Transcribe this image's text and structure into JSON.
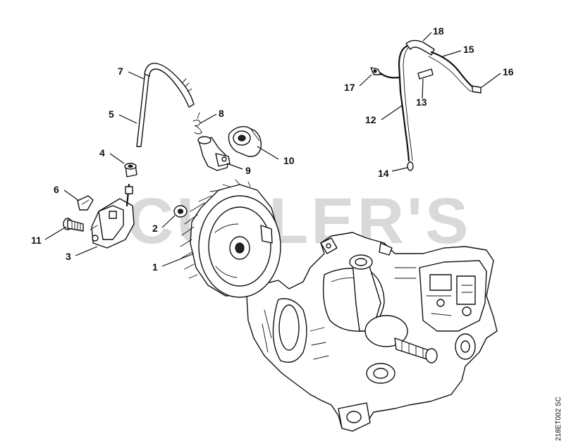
{
  "watermark": "CUTLER'S",
  "drawing_code": "218ET002 SC",
  "callouts": [
    {
      "id": "1",
      "label": "1"
    },
    {
      "id": "2",
      "label": "2"
    },
    {
      "id": "3",
      "label": "3"
    },
    {
      "id": "4",
      "label": "4"
    },
    {
      "id": "5",
      "label": "5"
    },
    {
      "id": "6",
      "label": "6"
    },
    {
      "id": "7",
      "label": "7"
    },
    {
      "id": "8",
      "label": "8"
    },
    {
      "id": "9",
      "label": "9"
    },
    {
      "id": "10",
      "label": "10"
    },
    {
      "id": "11",
      "label": "11"
    },
    {
      "id": "12",
      "label": "12"
    },
    {
      "id": "13",
      "label": "13"
    },
    {
      "id": "14",
      "label": "14"
    },
    {
      "id": "15",
      "label": "15"
    },
    {
      "id": "16",
      "label": "16"
    },
    {
      "id": "17",
      "label": "17"
    },
    {
      "id": "18",
      "label": "18"
    }
  ]
}
